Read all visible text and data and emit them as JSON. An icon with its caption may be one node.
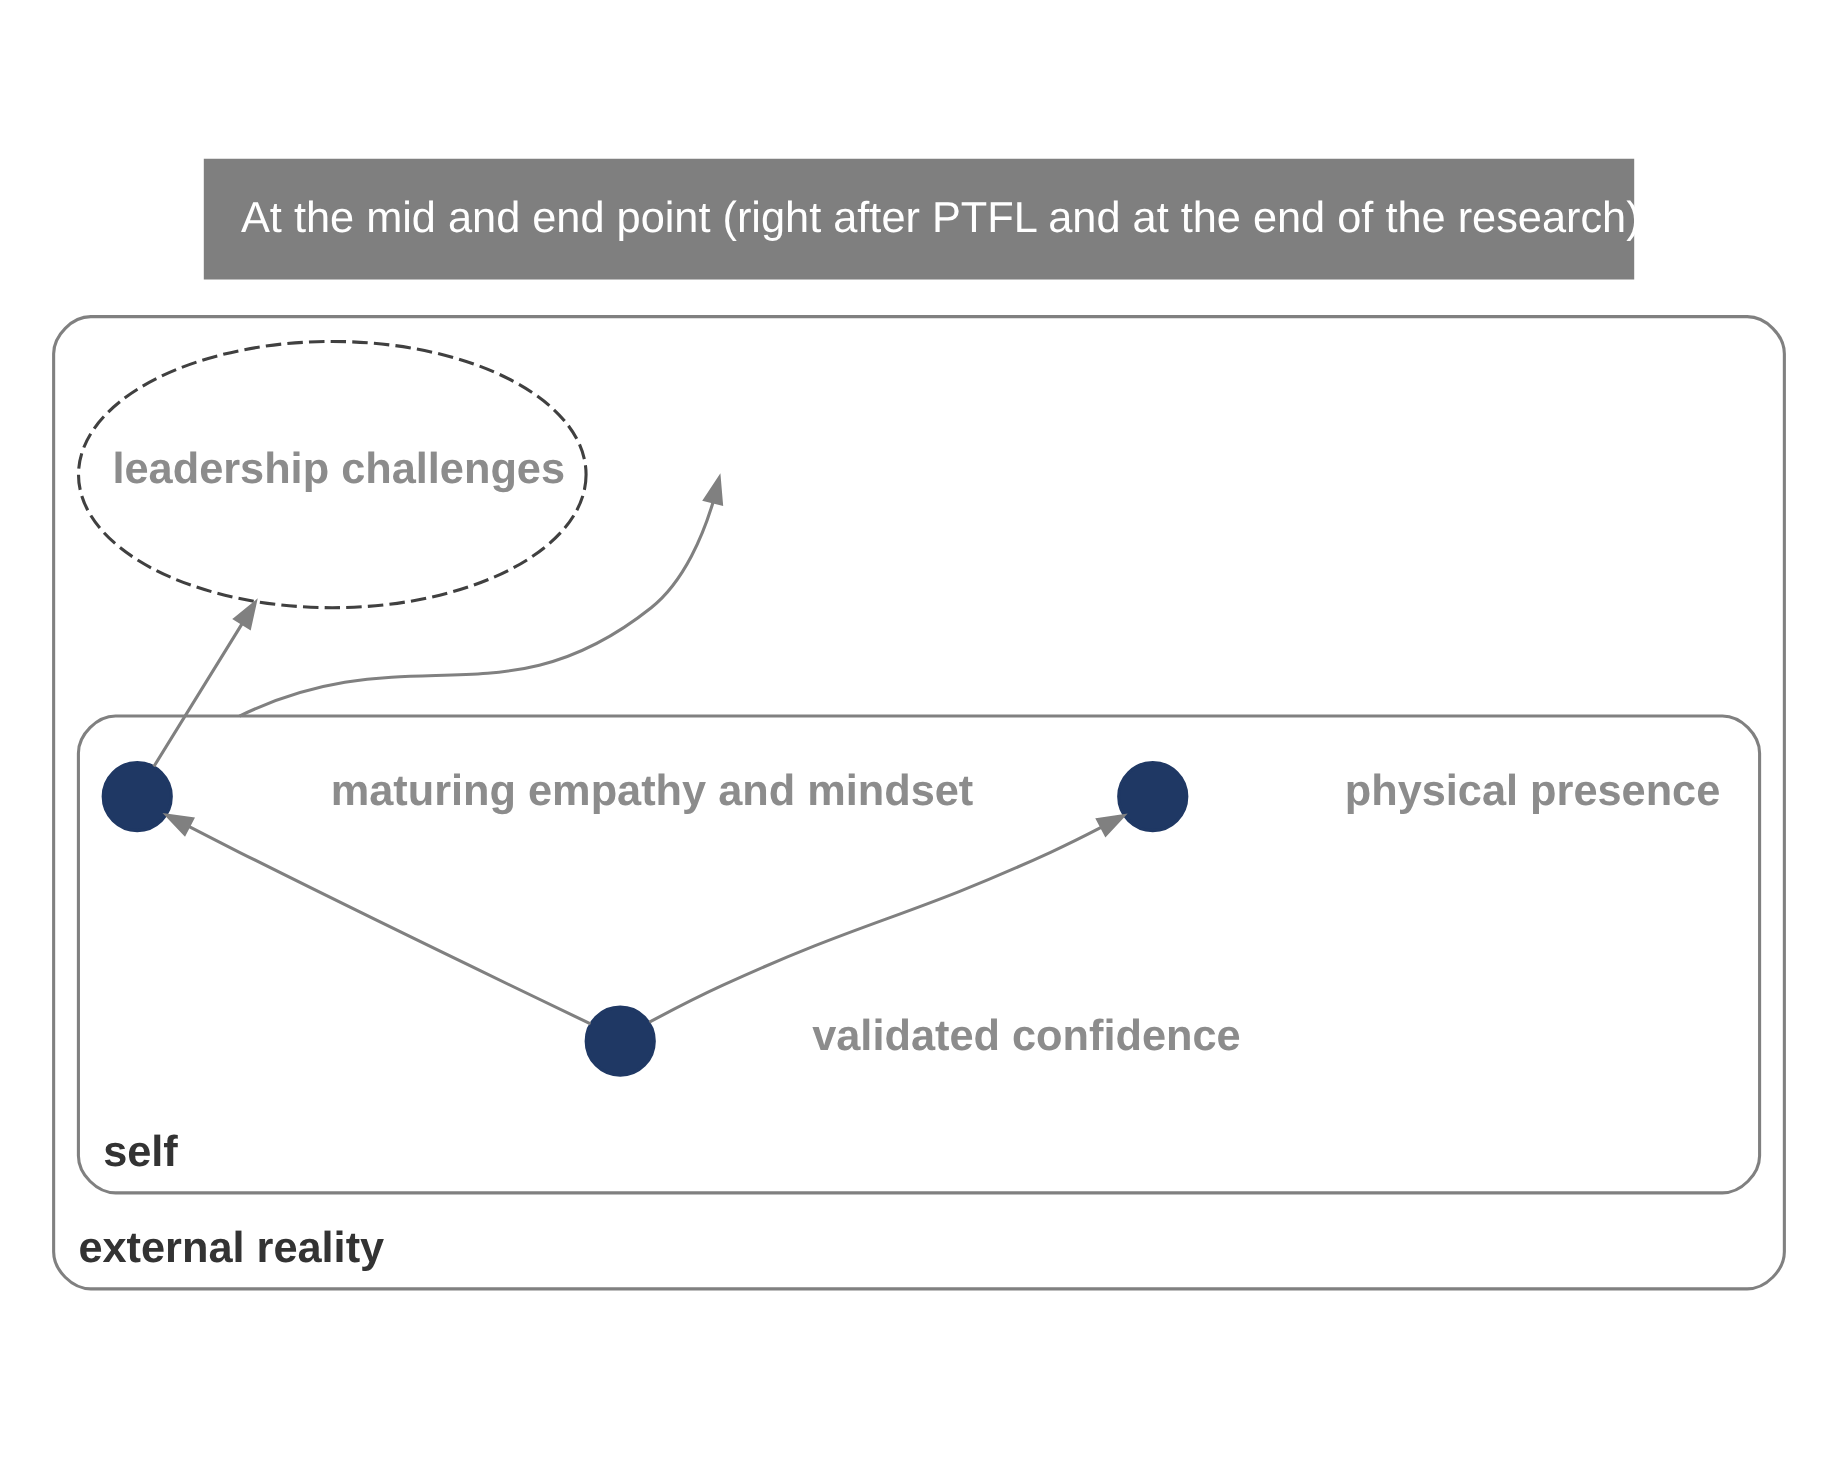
{
  "diagram": {
    "title": "At the mid and end point (right after PTFL and at the end of the research)",
    "nodes": [
      {
        "text": [
          "external reality"
        ]
      },
      {
        "text": [
          "self"
        ],
        "in": 0
      },
      {
        "text": [
          "leadership challenges"
        ],
        "in": 0
      },
      {
        "text": [],
        "shape": "circle",
        "in": 1,
        "beside": [
          "maturing empathy and mindset"
        ]
      },
      {
        "text": [],
        "shape": "circle",
        "in": 1,
        "beside": [
          "physical presence"
        ]
      },
      {
        "text": [],
        "shape": "circle",
        "in": 1,
        "beside": [
          "validated confidence"
        ]
      }
    ],
    "edges": [
      {
        "from": 3,
        "to": 2,
        "arrow": "to"
      },
      {
        "from": 5,
        "to": 3,
        "arrow": "to"
      },
      {
        "from": 5,
        "to": 4,
        "arrow": "to"
      },
      {
        "from": 1,
        "to": null,
        "arrow": "to"
      }
    ]
  }
}
